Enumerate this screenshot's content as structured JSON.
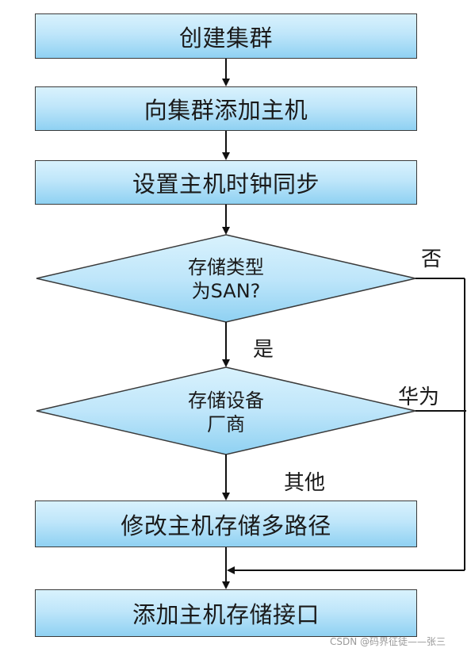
{
  "steps": {
    "create_cluster": "创建集群",
    "add_hosts": "向集群添加主机",
    "sync_clock": "设置主机时钟同步",
    "modify_multipath": "修改主机存储多路径",
    "add_storage_interface": "添加主机存储接口"
  },
  "decisions": {
    "storage_type": {
      "line1": "存储类型",
      "line2": "为SAN?"
    },
    "vendor": {
      "line1": "存储设备",
      "line2": "厂商"
    }
  },
  "labels": {
    "no": "否",
    "yes": "是",
    "huawei": "华为",
    "other": "其他"
  },
  "watermark": "CSDN @码界征徒——张三"
}
